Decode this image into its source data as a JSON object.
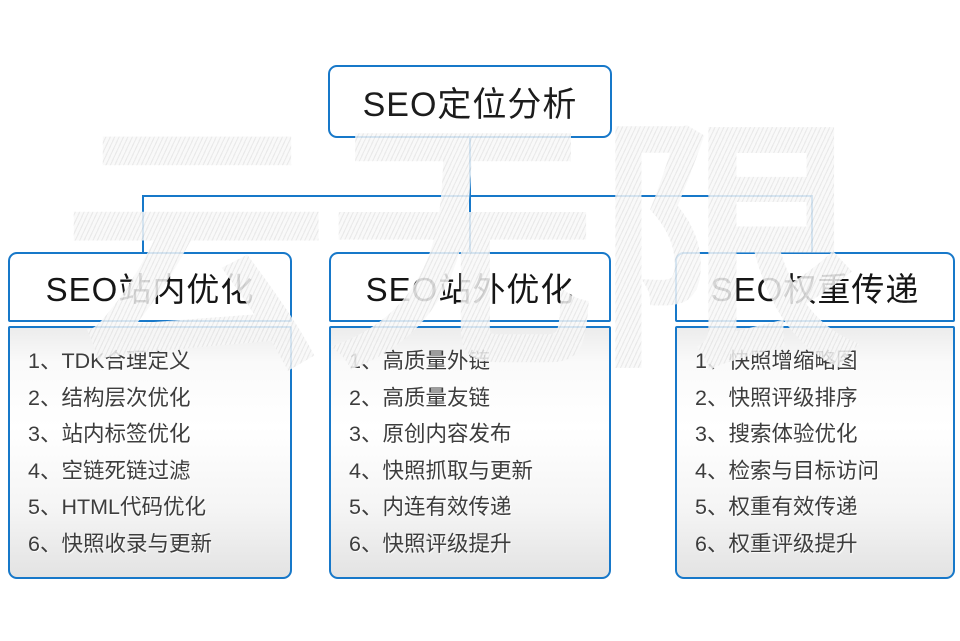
{
  "root": {
    "title": "SEO定位分析"
  },
  "watermark_text": "云无限",
  "columns": [
    {
      "title": "SEO站内优化",
      "items": [
        "1、TDK合理定义",
        "2、结构层次优化",
        "3、站内标签优化",
        "4、空链死链过滤",
        "5、HTML代码优化",
        "6、快照收录与更新"
      ]
    },
    {
      "title": "SEO站外优化",
      "items": [
        "1、高质量外链",
        "2、高质量友链",
        "3、原创内容发布",
        "4、快照抓取与更新",
        "5、内连有效传递",
        "6、快照评级提升"
      ]
    },
    {
      "title": "SEO权重传递",
      "items": [
        "1、快照增缩略图",
        "2、快照评级排序",
        "3、搜索体验优化",
        "4、检索与目标访问",
        "5、权重有效传递",
        "6、权重评级提升"
      ]
    }
  ],
  "colors": {
    "accent_blue": "#1778c9",
    "heading_text": "#1c1c1c",
    "list_text": "#3d3d3d",
    "watermark_gray": "#e7e7e7",
    "list_gradient_bottom": "#e3e3e3",
    "background": "#ffffff"
  }
}
